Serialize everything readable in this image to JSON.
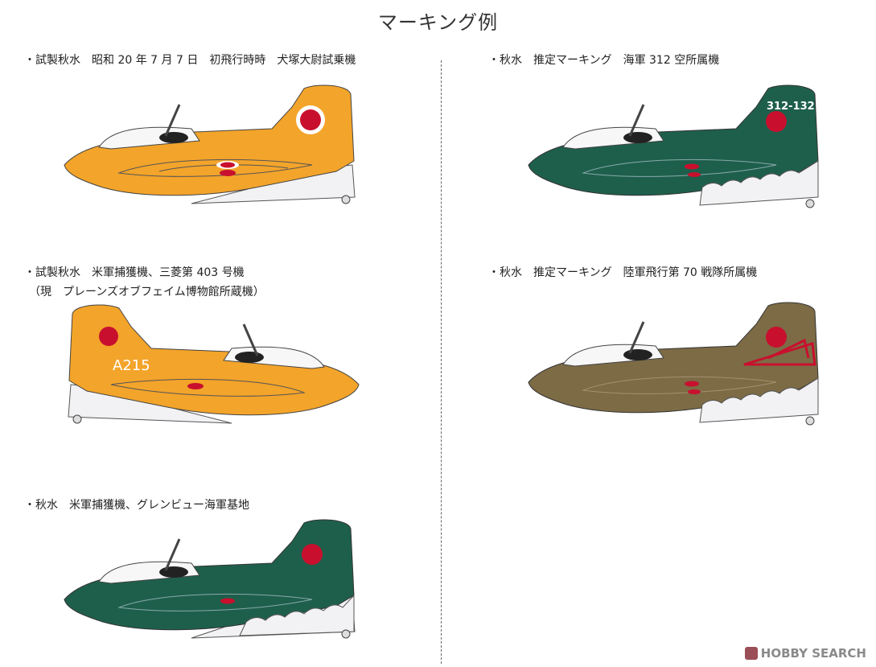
{
  "title": "マーキング例",
  "captions": {
    "c1": "・試製秋水　昭和 20 年 7 月 7 日　初飛行時時　犬塚大尉試乗機",
    "c2_line1": "・試製秋水　米軍捕獲機、三菱第 403 号機",
    "c2_line2": "（現　プレーンズオブフェイム博物館所蔵機）",
    "c3": "・秋水　米軍捕獲機、グレンビュー海軍基地",
    "c4": "・秋水　推定マーキング　海軍 312 空所属機",
    "c5": "・秋水　推定マーキング　陸軍飛行第 70 戦隊所属機"
  },
  "markings": {
    "tail_code_312": "312-132",
    "fuselage_code_a215": "A215"
  },
  "colors": {
    "orange": "#f3a42a",
    "navy_green": "#1e5f4c",
    "army_olive": "#7c6b45",
    "white_underside": "#f2f2f4",
    "hinomaru": "#c8102e"
  },
  "watermark": "HOBBY SEARCH"
}
